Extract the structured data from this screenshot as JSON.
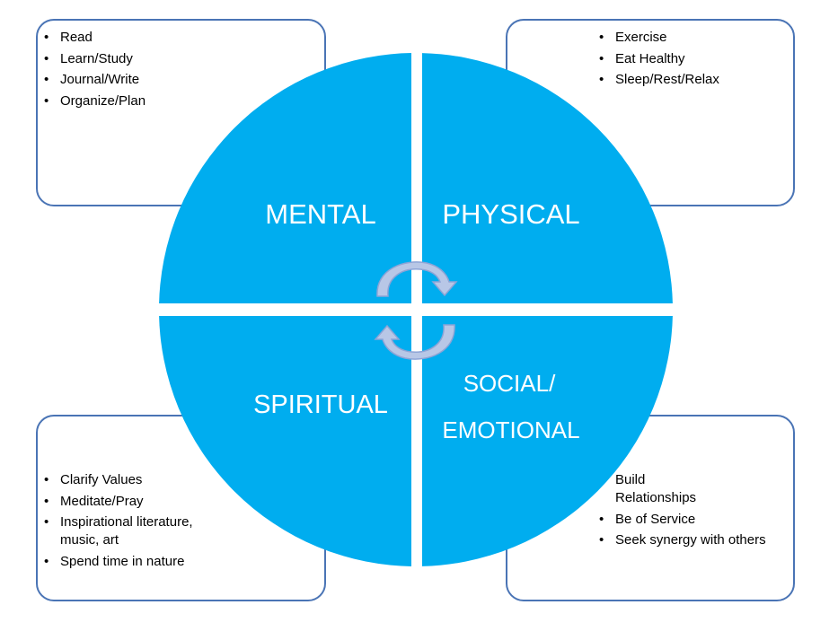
{
  "quadrants": {
    "mental": {
      "label": "MENTAL",
      "items": [
        "Read",
        "Learn/Study",
        "Journal/Write",
        "Organize/Plan"
      ]
    },
    "physical": {
      "label": "PHYSICAL",
      "items": [
        "Exercise",
        "Eat Healthy",
        "Sleep/Rest/Relax"
      ]
    },
    "spiritual": {
      "label": "SPIRITUAL",
      "items": [
        "Clarify Values",
        "Meditate/Pray",
        "Inspirational literature, music, art",
        "Spend time in nature"
      ]
    },
    "social": {
      "label_line1": "SOCIAL/",
      "label_line2": "EMOTIONAL",
      "items": [
        "Build Relationships",
        "Be of Service",
        "Seek synergy with others"
      ]
    }
  },
  "bullet_char": "•",
  "colors": {
    "wheel_fill": "#00adef",
    "box_border": "#4a74b5",
    "arrow_fill": "#b8c7e6",
    "arrow_stroke": "#8ea4d6"
  },
  "icons": [
    "cycle-arrow-top-icon",
    "cycle-arrow-bottom-icon"
  ]
}
